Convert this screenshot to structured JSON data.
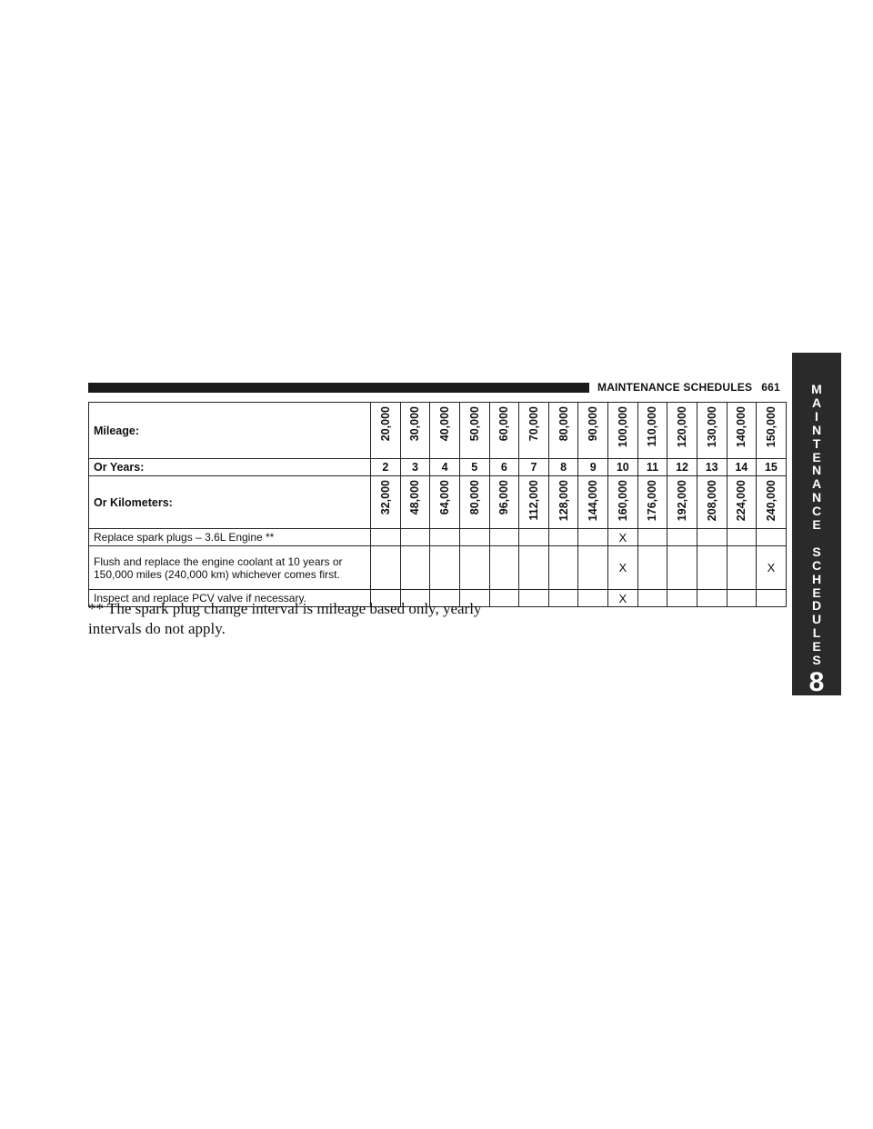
{
  "header": {
    "title": "MAINTENANCE SCHEDULES",
    "page_number": "661"
  },
  "side_tab": {
    "letters": [
      "M",
      "A",
      "I",
      "N",
      "T",
      "E",
      "N",
      "A",
      "N",
      "C",
      "E",
      " ",
      "S",
      "C",
      "H",
      "E",
      "D",
      "U",
      "L",
      "E",
      "S"
    ],
    "chapter_number": "8"
  },
  "table": {
    "mileage_label": "Mileage:",
    "years_label": "Or Years:",
    "km_label": "Or Kilometers:",
    "mileage": [
      "20,000",
      "30,000",
      "40,000",
      "50,000",
      "60,000",
      "70,000",
      "80,000",
      "90,000",
      "100,000",
      "110,000",
      "120,000",
      "130,000",
      "140,000",
      "150,000"
    ],
    "years": [
      "2",
      "3",
      "4",
      "5",
      "6",
      "7",
      "8",
      "9",
      "10",
      "11",
      "12",
      "13",
      "14",
      "15"
    ],
    "kilometers": [
      "32,000",
      "48,000",
      "64,000",
      "80,000",
      "96,000",
      "112,000",
      "128,000",
      "144,000",
      "160,000",
      "176,000",
      "192,000",
      "208,000",
      "224,000",
      "240,000"
    ],
    "tasks": [
      {
        "name": "Replace spark plugs – 3.6L Engine **",
        "marks": [
          "",
          "",
          "",
          "",
          "",
          "",
          "",
          "",
          "X",
          "",
          "",
          "",
          "",
          ""
        ]
      },
      {
        "name": "Flush and replace the engine coolant at 10 years or 150,000 miles (240,000 km) whichever comes first.",
        "marks": [
          "",
          "",
          "",
          "",
          "",
          "",
          "",
          "",
          "X",
          "",
          "",
          "",
          "",
          "X"
        ]
      },
      {
        "name": "Inspect and replace PCV valve if necessary.",
        "marks": [
          "",
          "",
          "",
          "",
          "",
          "",
          "",
          "",
          "X",
          "",
          "",
          "",
          "",
          ""
        ]
      }
    ]
  },
  "footnote": "** The spark plug change interval is mileage based only, yearly intervals do not apply."
}
